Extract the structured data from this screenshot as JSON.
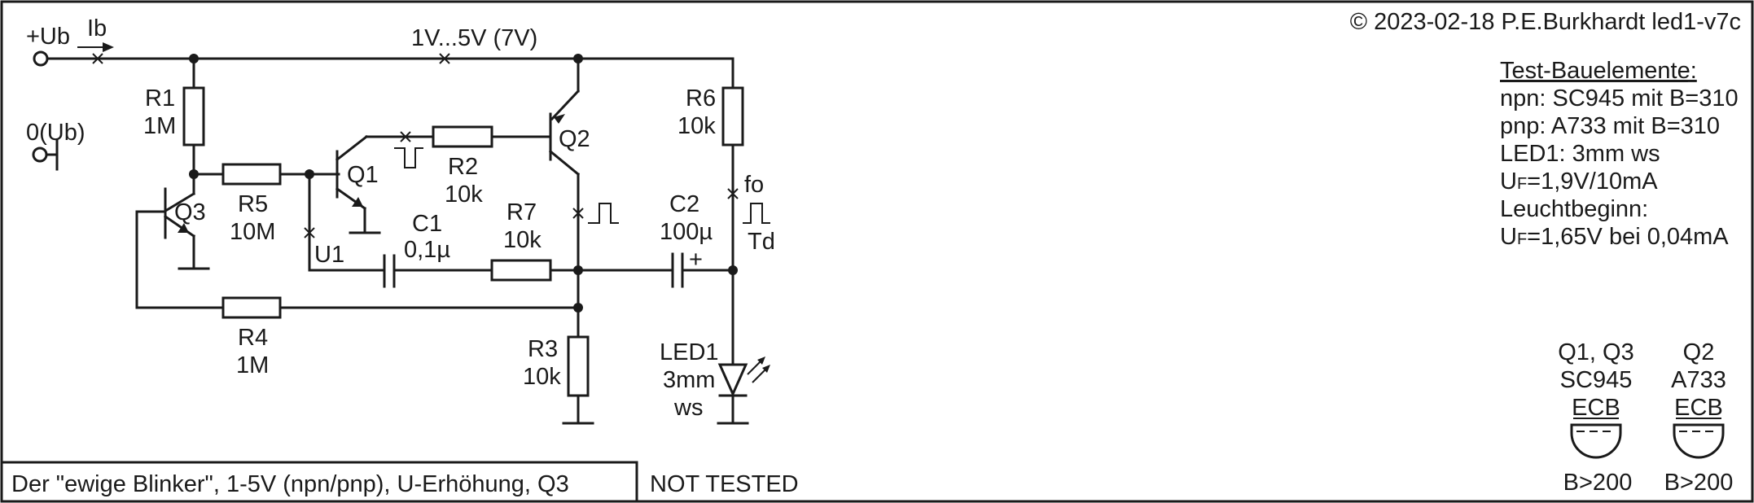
{
  "header": {
    "copyright": "© 2023-02-18 P.E.Burkhardt led1-v7c"
  },
  "supply": {
    "plus_label": "+Ub",
    "current_label": "Ib",
    "ground_label": "0(Ub)",
    "voltage_label": "1V...5V (7V)"
  },
  "components": {
    "r1": {
      "name": "R1",
      "value": "1M"
    },
    "r2": {
      "name": "R2",
      "value": "10k"
    },
    "r3": {
      "name": "R3",
      "value": "10k"
    },
    "r4": {
      "name": "R4",
      "value": "1M"
    },
    "r5": {
      "name": "R5",
      "value": "10M"
    },
    "r6": {
      "name": "R6",
      "value": "10k"
    },
    "r7": {
      "name": "R7",
      "value": "10k"
    },
    "c1": {
      "name": "C1",
      "value": "0,1µ"
    },
    "c2": {
      "name": "C2",
      "value": "100µ",
      "polarity": "+"
    },
    "q1": {
      "name": "Q1"
    },
    "q2": {
      "name": "Q2"
    },
    "q3": {
      "name": "Q3"
    },
    "led1": {
      "name": "LED1",
      "size": "3mm",
      "color": "ws"
    }
  },
  "probes": {
    "u1": "U1",
    "fo": "fo",
    "td": "Td"
  },
  "test_parts": {
    "heading": "Test-Bauelemente:",
    "lines": [
      "npn: SC945 mit B=310",
      "pnp: A733 mit B=310",
      "LED1: 3mm ws"
    ],
    "uf_rated": {
      "sym": "U",
      "sub": "F",
      "rest": "=1,9V/10mA"
    },
    "onset_label": "Leuchtbeginn:",
    "uf_onset": {
      "sym": "U",
      "sub": "F",
      "rest": "=1,65V bei 0,04mA"
    }
  },
  "packages": [
    {
      "name": "Q1, Q3",
      "type": "SC945",
      "pinout": "ECB",
      "gain": "B>200"
    },
    {
      "name": "Q2",
      "type": "A733",
      "pinout": "ECB",
      "gain": "B>200"
    }
  ],
  "footer": {
    "title": "Der \"ewige Blinker\", 1-5V (npn/pnp), U-Erhöhung, Q3",
    "status": "NOT TESTED"
  }
}
